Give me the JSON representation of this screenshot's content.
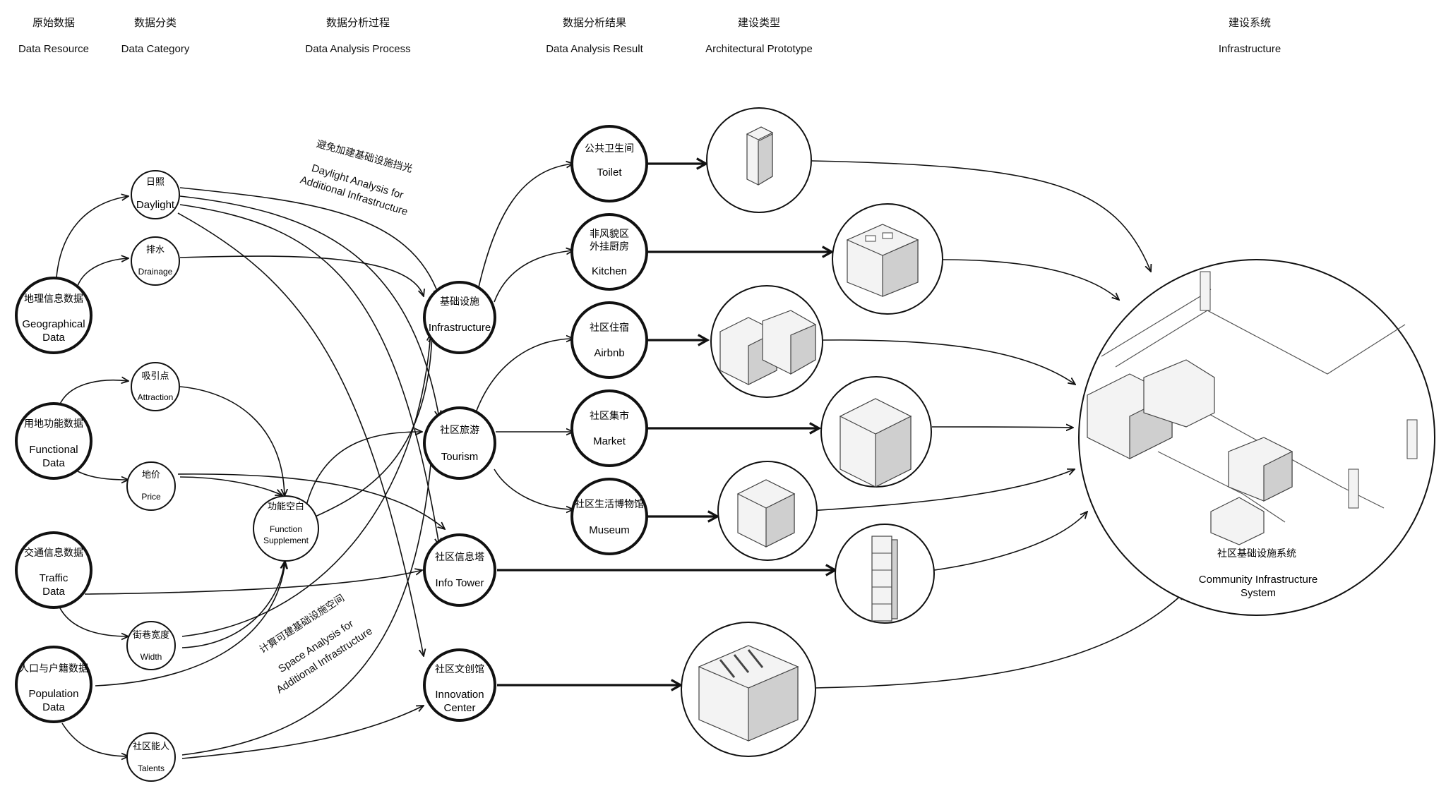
{
  "headers": [
    {
      "zh": "原始数据",
      "en": "Data Resource"
    },
    {
      "zh": "数据分类",
      "en": "Data Category"
    },
    {
      "zh": "数据分析过程",
      "en": "Data Analysis Process"
    },
    {
      "zh": "数据分析结果",
      "en": "Data Analysis Result"
    },
    {
      "zh": "建设类型",
      "en": "Architectural Prototype"
    },
    {
      "zh": "建设系统",
      "en": "Infrastructure"
    }
  ],
  "nodes": {
    "geographical": {
      "zh": "地理信息数据",
      "en1": "Geographical",
      "en2": "Data"
    },
    "functional": {
      "zh": "用地功能数据",
      "en1": "Functional",
      "en2": "Data"
    },
    "traffic": {
      "zh": "交通信息数据",
      "en1": "Traffic",
      "en2": "Data"
    },
    "population": {
      "zh": "人口与户籍数据",
      "en1": "Population",
      "en2": "Data"
    },
    "daylight": {
      "zh": "日照",
      "en": "Daylight"
    },
    "drainage": {
      "zh": "排水",
      "en": "Drainage"
    },
    "attraction": {
      "zh": "吸引点",
      "en": "Attraction"
    },
    "price": {
      "zh": "地价",
      "en": "Price"
    },
    "width": {
      "zh": "街巷宽度",
      "en": "Width"
    },
    "talents": {
      "zh": "社区能人",
      "en": "Talents"
    },
    "function_supplement": {
      "zh": "功能空白",
      "en1": "Function",
      "en2": "Supplement"
    },
    "infrastructure": {
      "zh": "基础设施",
      "en": "Infrastructure"
    },
    "tourism": {
      "zh": "社区旅游",
      "en": "Tourism"
    },
    "info_tower": {
      "zh": "社区信息塔",
      "en": "Info Tower"
    },
    "innovation": {
      "zh": "社区文创馆",
      "en1": "Innovation",
      "en2": "Center"
    },
    "toilet": {
      "zh": "公共卫生间",
      "en": "Toilet"
    },
    "kitchen": {
      "zh1": "非风貌区",
      "zh2": "外挂厨房",
      "en": "Kitchen"
    },
    "airbnb": {
      "zh": "社区住宿",
      "en": "Airbnb"
    },
    "market": {
      "zh": "社区集市",
      "en": "Market"
    },
    "museum": {
      "zh": "社区生活博物馆",
      "en": "Museum"
    },
    "community": {
      "zh": "社区基础设施系统",
      "en1": "Community Infrastructure",
      "en2": "System"
    }
  },
  "annotations": {
    "daylight": {
      "zh": "避免加建基础设施挡光",
      "en1": "Daylight Analysis for",
      "en2": "Additional Infrastructure"
    },
    "space": {
      "zh": "计算可建基础设施空间",
      "en1": "Space Analysis for",
      "en2": "Additional Infrastructure"
    }
  }
}
